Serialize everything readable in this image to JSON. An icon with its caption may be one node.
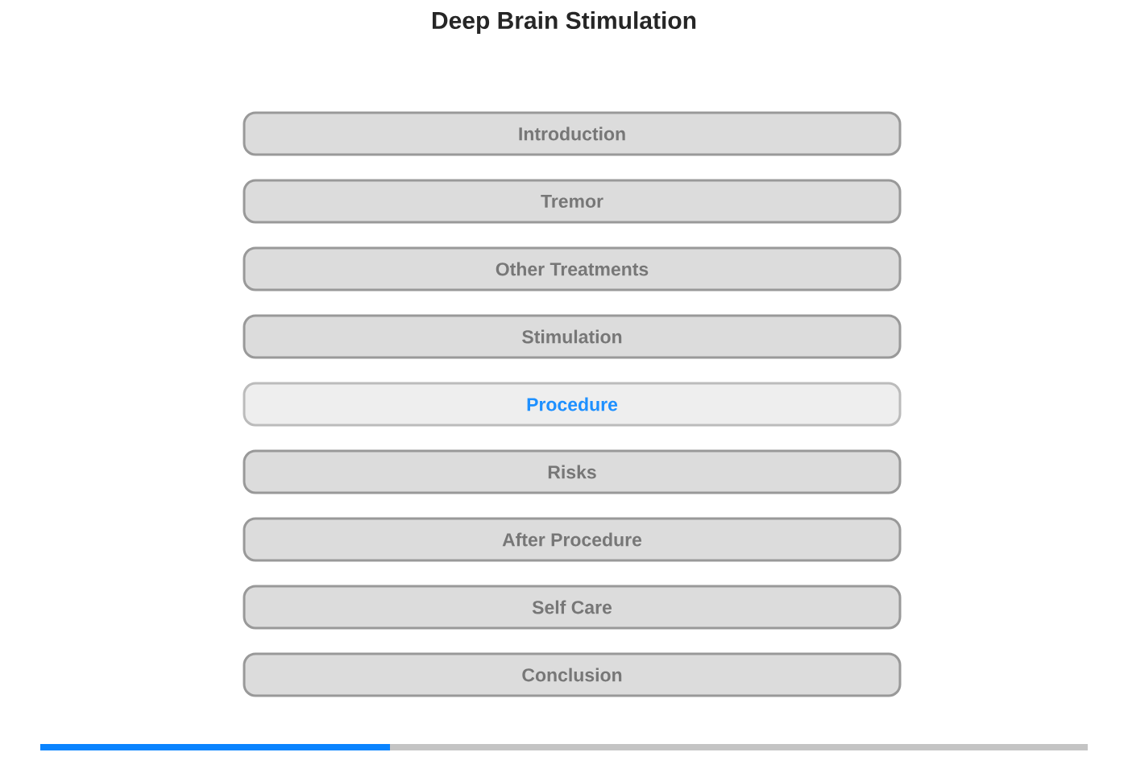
{
  "diagram": {
    "title": "Deep Brain Stimulation",
    "nodes": [
      {
        "text": [
          "Introduction"
        ]
      },
      {
        "text": [
          "Tremor"
        ]
      },
      {
        "text": [
          "Other Treatments"
        ]
      },
      {
        "text": [
          "Stimulation"
        ]
      },
      {
        "text": [
          "Procedure"
        ]
      },
      {
        "text": [
          "Risks"
        ]
      },
      {
        "text": [
          "After Procedure"
        ]
      },
      {
        "text": [
          "Self Care"
        ]
      },
      {
        "text": [
          "Conclusion"
        ]
      }
    ],
    "edges": []
  }
}
